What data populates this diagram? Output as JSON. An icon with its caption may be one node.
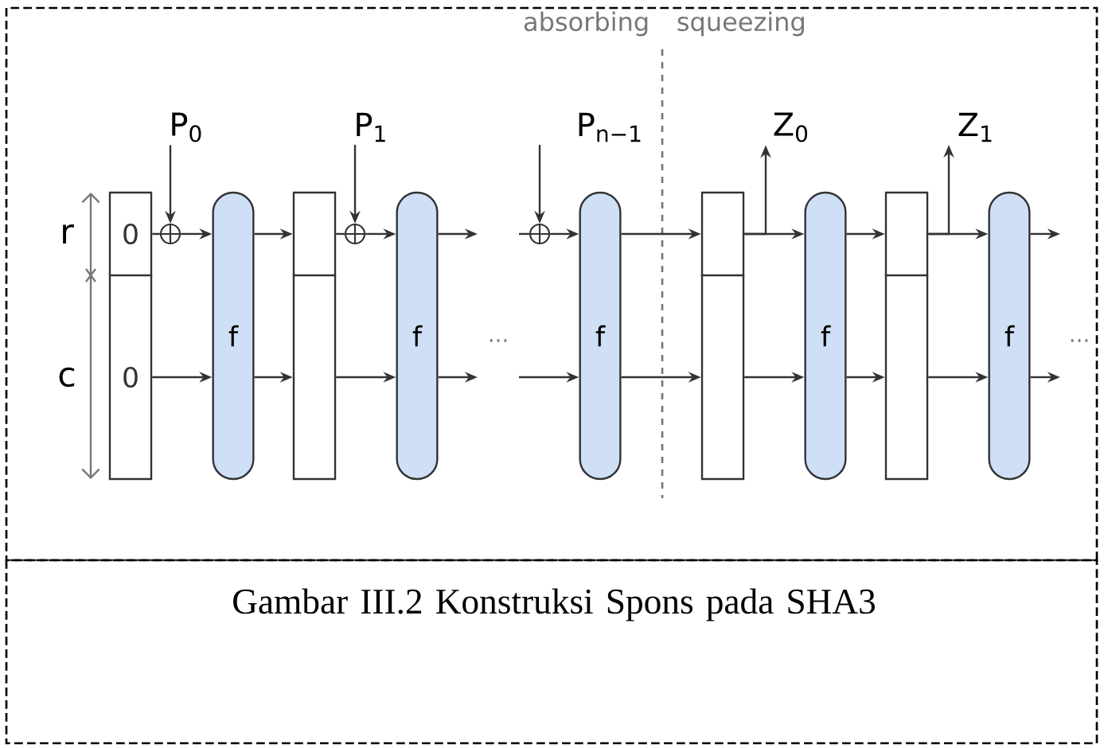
{
  "diagram": {
    "caption": "Gambar III.2 Konstruksi Spons pada SHA3",
    "nodes": [
      {
        "text": [
          "P$_{0}$"
        ]
      },
      {
        "text": [
          "P$_{1}$"
        ]
      },
      {
        "text": [
          "P$_{n−1}$"
        ]
      },
      {
        "text": [
          "Z$_{0}$"
        ]
      },
      {
        "text": [
          "Z$_{1}$"
        ]
      },
      {
        "text": [
          "0",
          "0"
        ]
      },
      {
        "text": [],
        "shape": "circle"
      },
      {
        "text": [
          "f"
        ]
      },
      {
        "text": [],
        "shape": "box"
      },
      {
        "text": [],
        "shape": "circle"
      },
      {
        "text": [
          "f"
        ]
      },
      {
        "text": [],
        "shape": "circle"
      },
      {
        "text": [
          "f"
        ]
      },
      {
        "text": [],
        "shape": "box"
      },
      {
        "text": [
          "f"
        ]
      },
      {
        "text": [],
        "shape": "box"
      },
      {
        "text": [
          "f"
        ]
      }
    ],
    "edges": [
      {
        "from": 0,
        "to": 6,
        "arrow": "to"
      },
      {
        "from": 5,
        "to": 6,
        "arrow": "none"
      },
      {
        "from": 6,
        "to": 7,
        "arrow": "to"
      },
      {
        "from": 5,
        "to": 7,
        "arrow": "to"
      },
      {
        "from": 7,
        "to": 8,
        "arrow": "to"
      },
      {
        "from": 7,
        "to": 8,
        "arrow": "to"
      },
      {
        "from": 1,
        "to": 9,
        "arrow": "to"
      },
      {
        "from": 8,
        "to": 9,
        "arrow": "none"
      },
      {
        "from": 9,
        "to": 10,
        "arrow": "to"
      },
      {
        "from": 8,
        "to": 10,
        "arrow": "to"
      },
      {
        "from": 10,
        "to": null,
        "arrow": "to"
      },
      {
        "from": 10,
        "to": null,
        "arrow": "to"
      },
      {
        "from": null,
        "to": 11,
        "arrow": "none"
      },
      {
        "from": 2,
        "to": 11,
        "arrow": "to"
      },
      {
        "from": 11,
        "to": 12,
        "arrow": "to"
      },
      {
        "from": null,
        "to": 12,
        "arrow": "to"
      },
      {
        "from": 12,
        "to": 13,
        "arrow": "to"
      },
      {
        "from": 12,
        "to": 13,
        "arrow": "to"
      },
      {
        "from": 13,
        "to": 3,
        "arrow": "to"
      },
      {
        "from": 13,
        "to": 14,
        "arrow": "to"
      },
      {
        "from": 13,
        "to": 14,
        "arrow": "to"
      },
      {
        "from": 14,
        "to": 15,
        "arrow": "to"
      },
      {
        "from": 14,
        "to": 15,
        "arrow": "to"
      },
      {
        "from": 15,
        "to": 4,
        "arrow": "to"
      },
      {
        "from": 15,
        "to": 16,
        "arrow": "to"
      },
      {
        "from": 15,
        "to": 16,
        "arrow": "to"
      },
      {
        "from": 16,
        "to": null,
        "arrow": "to"
      },
      {
        "from": 16,
        "to": null,
        "arrow": "to"
      }
    ],
    "labels": [
      "absorbing",
      "squeezing",
      "r",
      "c",
      "…",
      "…"
    ]
  }
}
